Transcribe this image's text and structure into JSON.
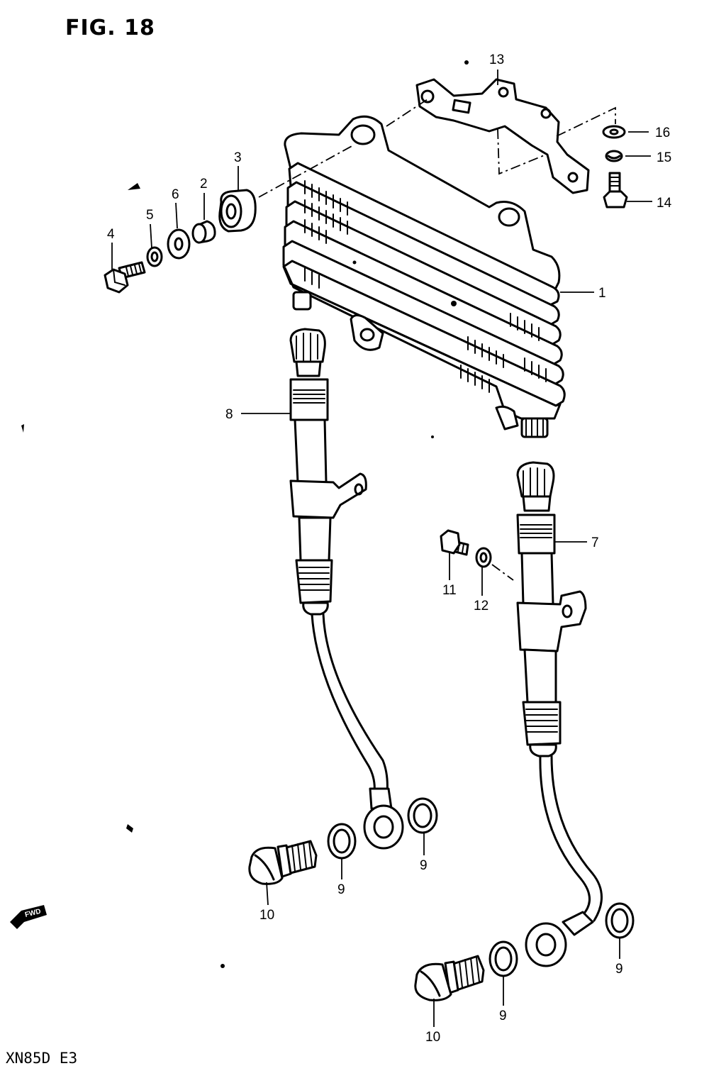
{
  "figure": {
    "title": "FIG. 18",
    "model_code": "XN85D E3",
    "fwd_label": "FWD"
  },
  "callouts": {
    "c1": "1",
    "c2": "2",
    "c3": "3",
    "c4": "4",
    "c5": "5",
    "c6": "6",
    "c7": "7",
    "c8": "8",
    "c9a": "9",
    "c9b": "9",
    "c9c": "9",
    "c9d": "9",
    "c10a": "10",
    "c10b": "10",
    "c11": "11",
    "c12": "12",
    "c13": "13",
    "c14": "14",
    "c15": "15",
    "c16": "16"
  },
  "parts": [
    {
      "ref": "1",
      "icon": "oil-cooler-icon"
    },
    {
      "ref": "2",
      "icon": "spacer-collar-icon"
    },
    {
      "ref": "3",
      "icon": "cushion-grommet-icon"
    },
    {
      "ref": "4",
      "icon": "bolt-icon"
    },
    {
      "ref": "5",
      "icon": "lock-washer-icon"
    },
    {
      "ref": "6",
      "icon": "washer-icon"
    },
    {
      "ref": "7",
      "icon": "oil-hose-icon"
    },
    {
      "ref": "8",
      "icon": "oil-hose-icon"
    },
    {
      "ref": "9",
      "icon": "gasket-icon"
    },
    {
      "ref": "10",
      "icon": "union-bolt-icon"
    },
    {
      "ref": "11",
      "icon": "bolt-icon"
    },
    {
      "ref": "12",
      "icon": "lock-washer-icon"
    },
    {
      "ref": "13",
      "icon": "bracket-icon"
    },
    {
      "ref": "14",
      "icon": "bolt-icon"
    },
    {
      "ref": "15",
      "icon": "lock-washer-icon"
    },
    {
      "ref": "16",
      "icon": "washer-icon"
    }
  ],
  "colors": {
    "ink": "#000000",
    "paper": "#ffffff"
  }
}
